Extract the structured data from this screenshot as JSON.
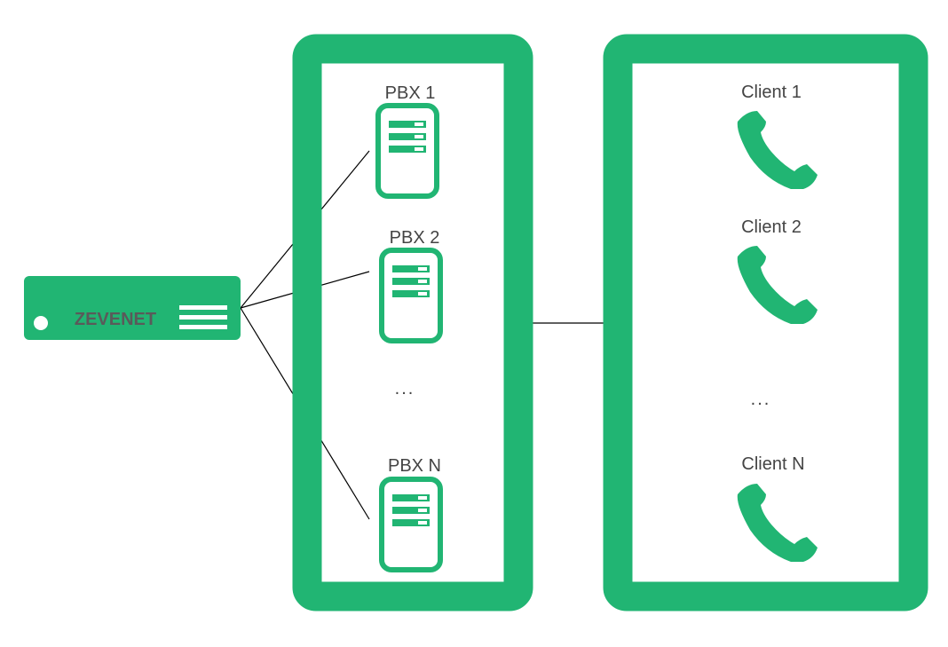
{
  "colors": {
    "accent": "#21b573",
    "line": "#000000",
    "text": "#444444",
    "brand_text": "#5a5a5a"
  },
  "load_balancer": {
    "brand": "ZEVENET",
    "icon": "load-balancer-device-icon"
  },
  "pbx": {
    "items": [
      {
        "label": "PBX 1",
        "icon": "server-icon"
      },
      {
        "label": "PBX 2",
        "icon": "server-icon"
      },
      {
        "label": "PBX N",
        "icon": "server-icon"
      }
    ],
    "ellipsis": "..."
  },
  "clients": {
    "items": [
      {
        "label": "Client 1",
        "icon": "phone-icon"
      },
      {
        "label": "Client 2",
        "icon": "phone-icon"
      },
      {
        "label": "Client N",
        "icon": "phone-icon"
      }
    ],
    "ellipsis": "..."
  }
}
